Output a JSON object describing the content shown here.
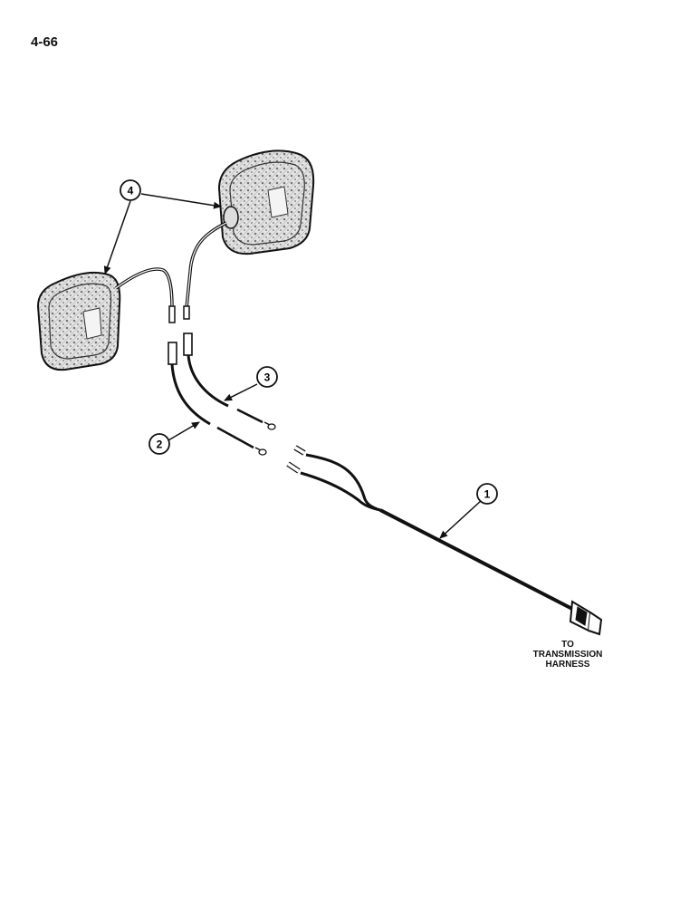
{
  "page_number": "4-66",
  "callouts": [
    {
      "label": "1"
    },
    {
      "label": "2"
    },
    {
      "label": "3"
    },
    {
      "label": "4"
    }
  ],
  "destination_label": {
    "line1": "TO",
    "line2": "TRANSMISSION",
    "line3": "HARNESS"
  },
  "colors": {
    "ink": "#111111",
    "paper": "#ffffff"
  }
}
